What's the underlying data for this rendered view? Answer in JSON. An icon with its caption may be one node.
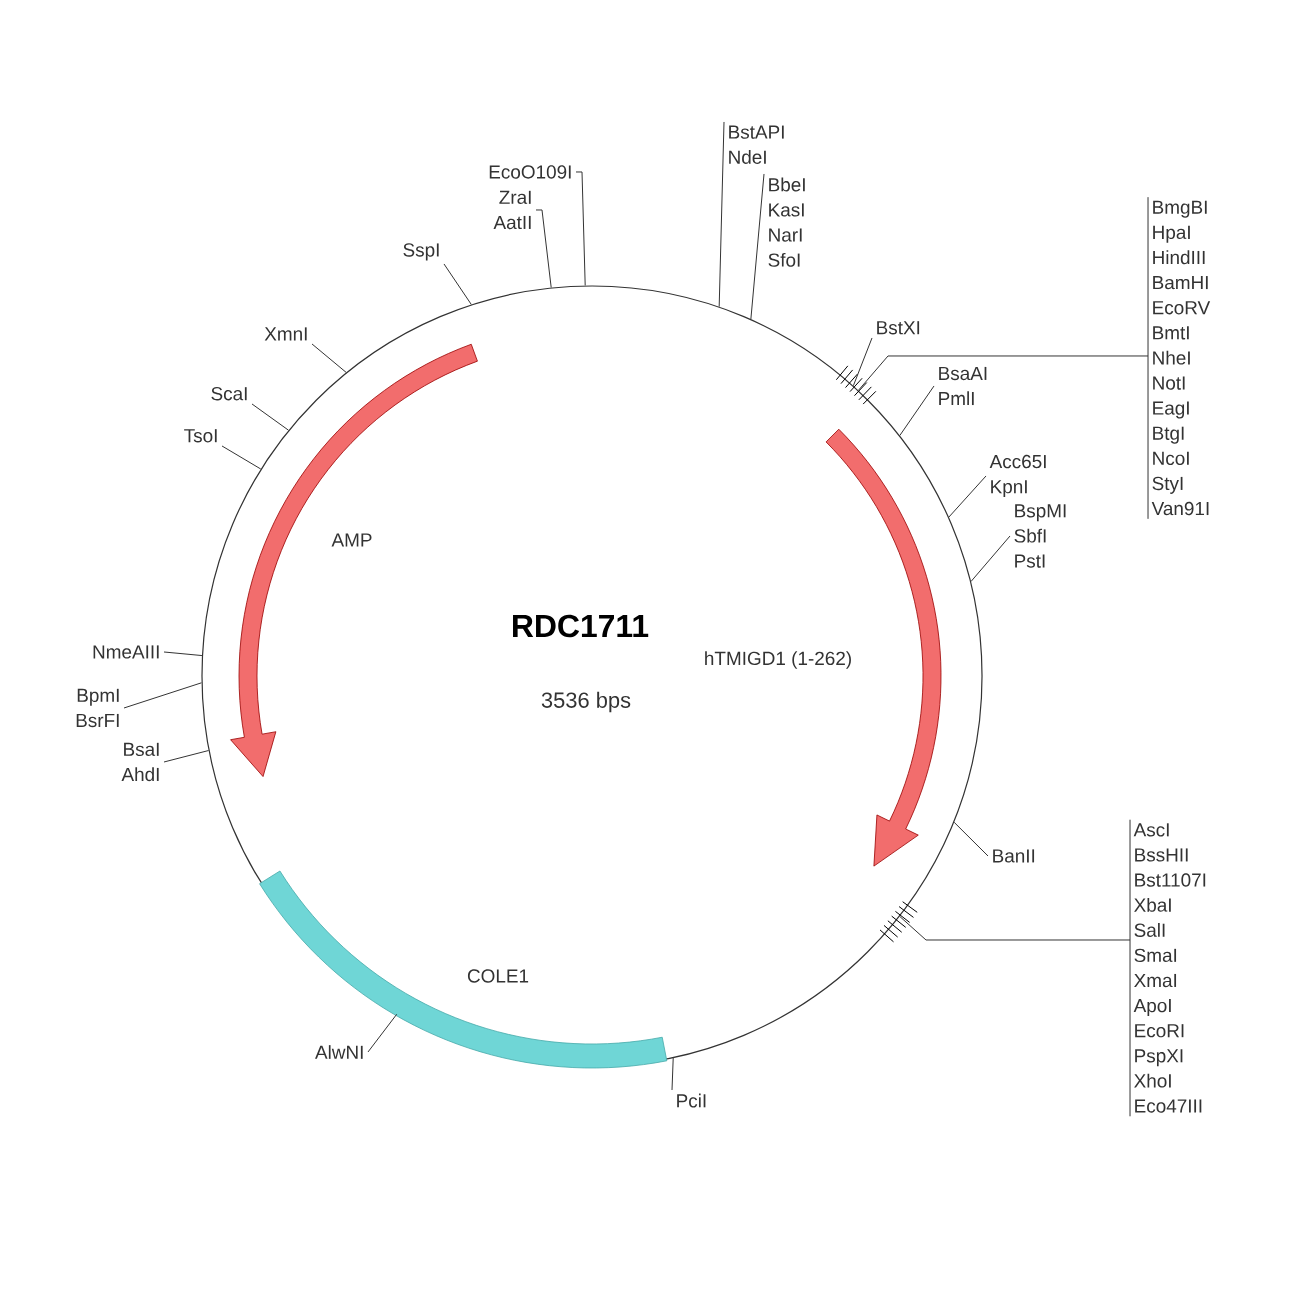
{
  "diagram": {
    "title": "RDC1711",
    "nodes": [
      {
        "text": [],
        "shape": "circle"
      },
      {
        "text": [
          "AMP"
        ],
        "in": 0
      },
      {
        "text": [
          "hTMIGD1 (1-262)"
        ],
        "in": 0
      },
      {
        "text": [
          "COLE1"
        ],
        "in": 0
      },
      {
        "text": [
          "EcoO109I"
        ]
      },
      {
        "text": [
          "ZraI",
          "AatII"
        ]
      },
      {
        "text": [
          "SspI"
        ]
      },
      {
        "text": [
          "XmnI"
        ]
      },
      {
        "text": [
          "ScaI"
        ]
      },
      {
        "text": [
          "TsoI"
        ]
      },
      {
        "text": [
          "NmeAIII"
        ]
      },
      {
        "text": [
          "BpmI",
          "BsrFI"
        ]
      },
      {
        "text": [
          "BsaI",
          "AhdI"
        ]
      },
      {
        "text": [
          "AlwNI"
        ]
      },
      {
        "text": [
          "PciI"
        ]
      },
      {
        "text": [
          "BanII"
        ]
      },
      {
        "text": [
          "AscI",
          "BssHII",
          "Bst1107I",
          "XbaI",
          "SalI",
          "SmaI",
          "XmaI",
          "ApoI",
          "EcoRI",
          "PspXI",
          "XhoI",
          "Eco47III"
        ]
      },
      {
        "text": [
          "BmgBI",
          "HpaI",
          "HindIII",
          "BamHI",
          "EcoRV",
          "BmtI",
          "NheI",
          "NotI",
          "EagI",
          "BtgI",
          "NcoI",
          "StyI",
          "Van91I"
        ]
      },
      {
        "text": [
          "BstXI"
        ]
      },
      {
        "text": [
          "BsaAI",
          "PmlI"
        ]
      },
      {
        "text": [
          "Acc65I",
          "KpnI"
        ]
      },
      {
        "text": [
          "BspMI",
          "SbfI",
          "PstI"
        ]
      },
      {
        "text": [
          "BstAPI",
          "NdeI"
        ]
      },
      {
        "text": [
          "BbeI",
          "KasI",
          "NarI",
          "SfoI"
        ]
      }
    ],
    "edges": [
      {
        "from": 4,
        "to": 0,
        "arrow": "none"
      },
      {
        "from": 5,
        "to": 0,
        "arrow": "none"
      },
      {
        "from": 6,
        "to": 0,
        "arrow": "none"
      },
      {
        "from": 7,
        "to": 0,
        "arrow": "none"
      },
      {
        "from": 8,
        "to": 0,
        "arrow": "none"
      },
      {
        "from": 9,
        "to": 0,
        "arrow": "none"
      },
      {
        "from": 10,
        "to": 0,
        "arrow": "none"
      },
      {
        "from": 11,
        "to": 0,
        "arrow": "none"
      },
      {
        "from": 12,
        "to": 0,
        "arrow": "none"
      },
      {
        "from": 13,
        "to": 0,
        "arrow": "none"
      },
      {
        "from": 14,
        "to": 0,
        "arrow": "none"
      },
      {
        "from": 15,
        "to": 0,
        "arrow": "none"
      },
      {
        "from": 16,
        "to": 0,
        "arrow": "none"
      },
      {
        "from": 17,
        "to": 0,
        "arrow": "none"
      },
      {
        "from": 18,
        "to": 0,
        "arrow": "none"
      },
      {
        "from": 19,
        "to": 0,
        "arrow": "none"
      },
      {
        "from": 20,
        "to": 0,
        "arrow": "none"
      },
      {
        "from": 21,
        "to": 0,
        "arrow": "none"
      },
      {
        "from": 22,
        "to": 0,
        "arrow": "none"
      },
      {
        "from": 23,
        "to": 0,
        "arrow": "none"
      }
    ],
    "labels": [
      "3536 bps"
    ]
  }
}
